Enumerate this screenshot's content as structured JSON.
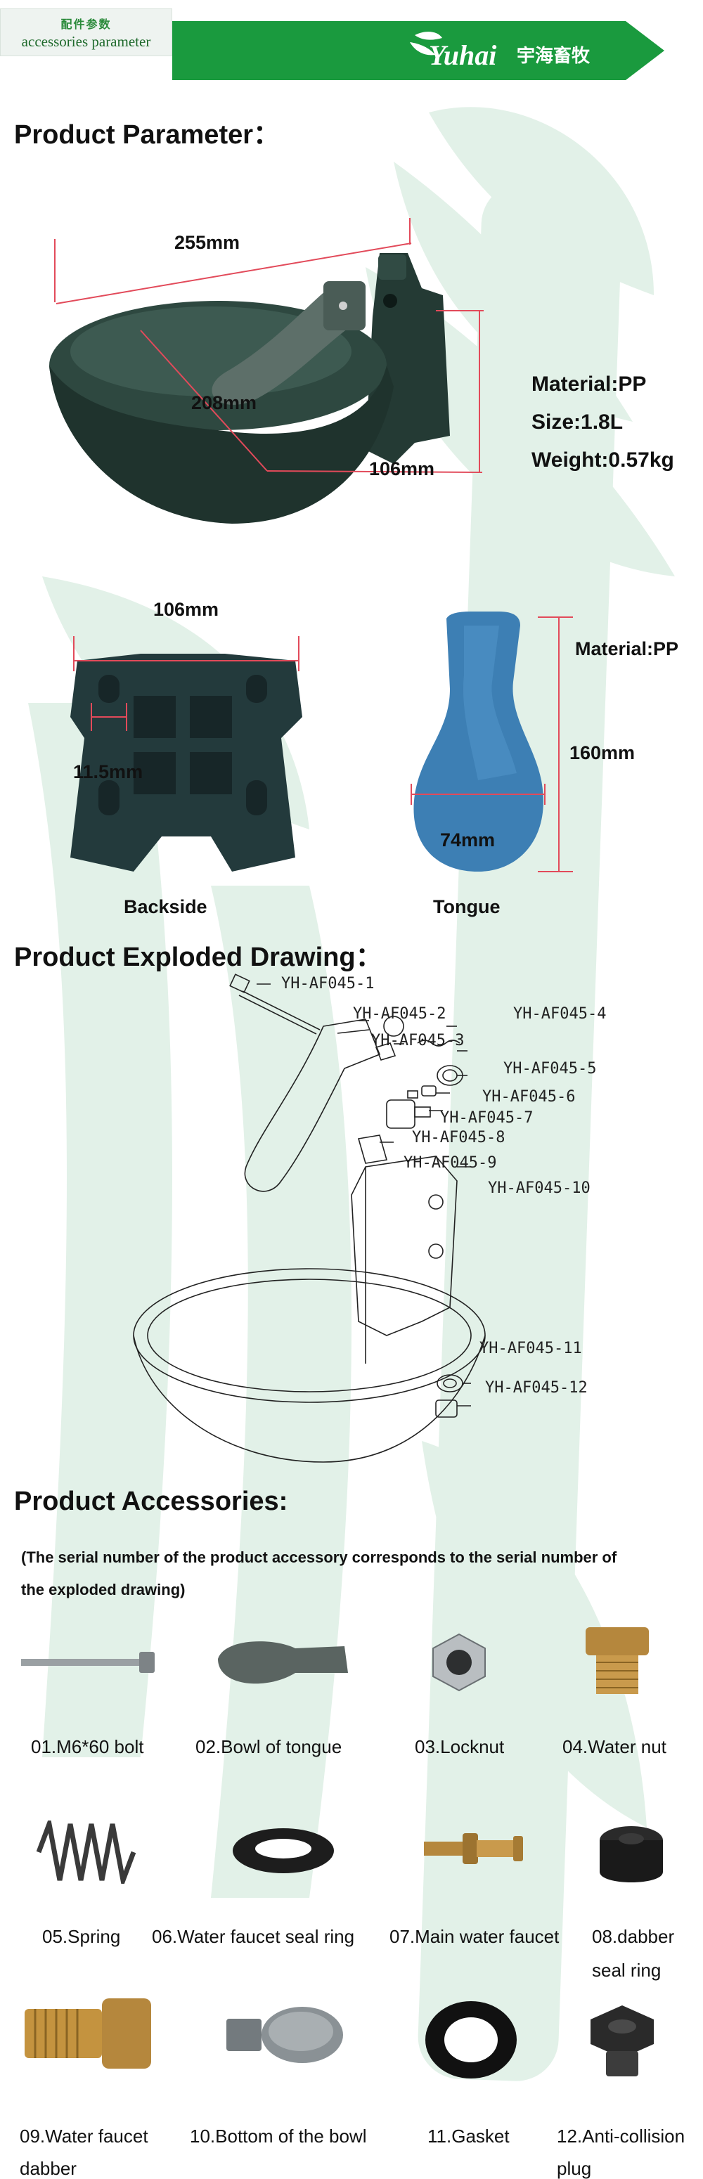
{
  "header": {
    "label_cn": "配件参数",
    "label_en": "accessories parameter",
    "brand": "Yuhai",
    "brand_cn": "宇海畜牧",
    "colors": {
      "green": "#1a9a3e",
      "dark_green": "#15803a"
    }
  },
  "parameter": {
    "title": "Product Parameter：",
    "bowl": {
      "width": "255mm",
      "depth": "208mm",
      "height": "106mm",
      "specs": [
        "Material:PP",
        "Size:1.8L",
        "Weight:0.57kg"
      ]
    },
    "backside": {
      "width": "106mm",
      "hole": "11.5mm",
      "caption": "Backside"
    },
    "tongue": {
      "material": "Material:PP",
      "length": "160mm",
      "width": "74mm",
      "caption": "Tongue"
    }
  },
  "exploded": {
    "title": "Product Exploded Drawing：",
    "parts": [
      "YH-AF045-1",
      "YH-AF045-2",
      "YH-AF045-3",
      "YH-AF045-4",
      "YH-AF045-5",
      "YH-AF045-6",
      "YH-AF045-7",
      "YH-AF045-8",
      "YH-AF045-9",
      "YH-AF045-10",
      "YH-AF045-11",
      "YH-AF045-12"
    ]
  },
  "accessories": {
    "title": "Product Accessories:",
    "note_line1": "(The serial number of the product accessory corresponds to the serial number of",
    "note_line2": "the exploded drawing)",
    "items": [
      {
        "line1": "01.M6*60 bolt",
        "line2": ""
      },
      {
        "line1": "02.Bowl of tongue",
        "line2": ""
      },
      {
        "line1": "03.Locknut",
        "line2": ""
      },
      {
        "line1": "04.Water nut",
        "line2": ""
      },
      {
        "line1": "05.Spring",
        "line2": ""
      },
      {
        "line1": "06.Water faucet seal ring",
        "line2": ""
      },
      {
        "line1": "07.Main water faucet",
        "line2": ""
      },
      {
        "line1": "08.dabber",
        "line2": "seal ring"
      },
      {
        "line1": "09.Water faucet",
        "line2": "dabber"
      },
      {
        "line1": "10.Bottom of the bowl",
        "line2": ""
      },
      {
        "line1": "11.Gasket",
        "line2": ""
      },
      {
        "line1": "12.Anti-collision",
        "line2": "plug"
      }
    ]
  }
}
